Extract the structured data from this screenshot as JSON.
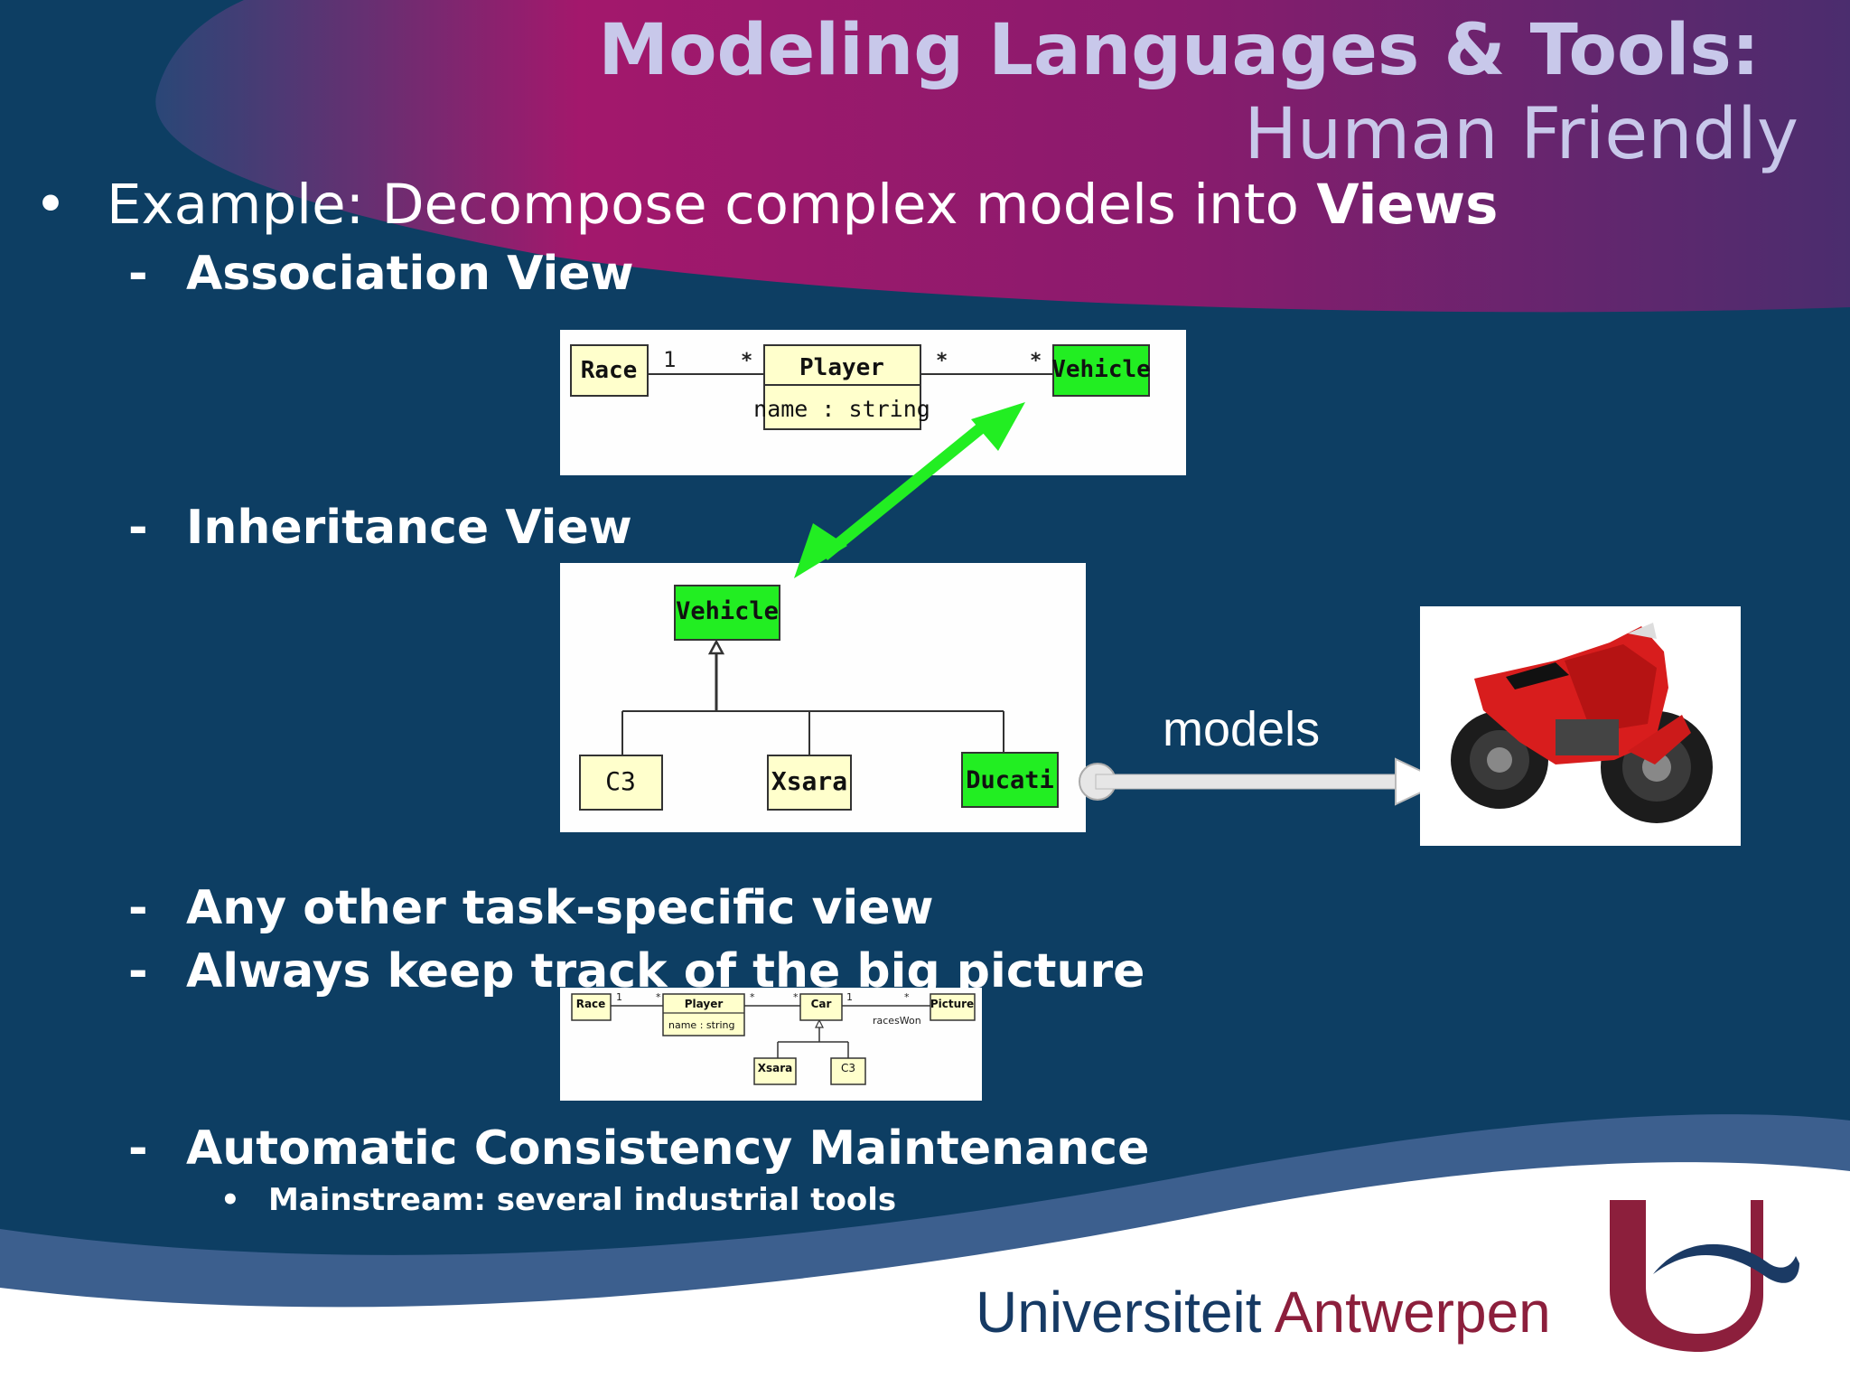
{
  "title": {
    "line1": "Modeling Languages & Tools:",
    "line2": "Human Friendly"
  },
  "bullets": {
    "main_prefix": "Example: Decompose complex models into ",
    "main_bold": "Views",
    "dash": "-",
    "association_view": "Association View",
    "inheritance_view": "Inheritance View",
    "task_view": "Any other task-specific view",
    "big_picture": "Always keep track of the big picture",
    "consistency": "Automatic Consistency Maintenance",
    "mainstream": "Mainstream: several industrial tools"
  },
  "association_diagram": {
    "race": "Race",
    "player": "Player",
    "player_attr": "name : string",
    "vehicle": "Vehicle",
    "mult_race": "1",
    "mult_player_left": "*",
    "mult_player_right": "*",
    "mult_vehicle": "*"
  },
  "inheritance_diagram": {
    "vehicle": "Vehicle",
    "c3": "C3",
    "xsara": "Xsara",
    "ducati": "Ducati"
  },
  "big_picture_diagram": {
    "race": "Race",
    "player": "Player",
    "player_attr": "name : string",
    "car": "Car",
    "picture": "Picture",
    "xsara": "Xsara",
    "c3": "C3",
    "role": "racesWon",
    "m1": "1",
    "m2": "*",
    "m3": "*",
    "m4": "*",
    "m5": "1",
    "m6": "*"
  },
  "models_label": "models",
  "university": {
    "part1": "Universiteit ",
    "part2": "Antwerpen"
  },
  "colors": {
    "background": "#0d3e63",
    "class_fill": "#ffffcc",
    "highlight_green": "#22ee22",
    "title": "#c8c8ea",
    "logo_red": "#8c1f3c",
    "logo_blue": "#163a64"
  }
}
